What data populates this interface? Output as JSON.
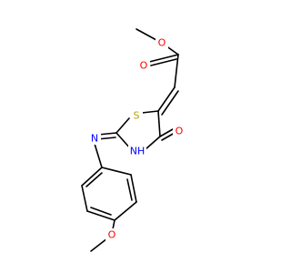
{
  "molecule": {
    "description": "",
    "colors": {
      "bond": "#000000",
      "oxygen": "#ff0000",
      "nitrogen": "#0000ff",
      "sulfur": "#b8a000",
      "background": "#ffffff"
    },
    "atoms": {
      "o_ester_single": "O",
      "o_ester_double": "O",
      "s_ring": "S",
      "o_carbonyl": "O",
      "nh_ring": "NH",
      "n_imine": "N",
      "o_methoxy": "O"
    }
  }
}
